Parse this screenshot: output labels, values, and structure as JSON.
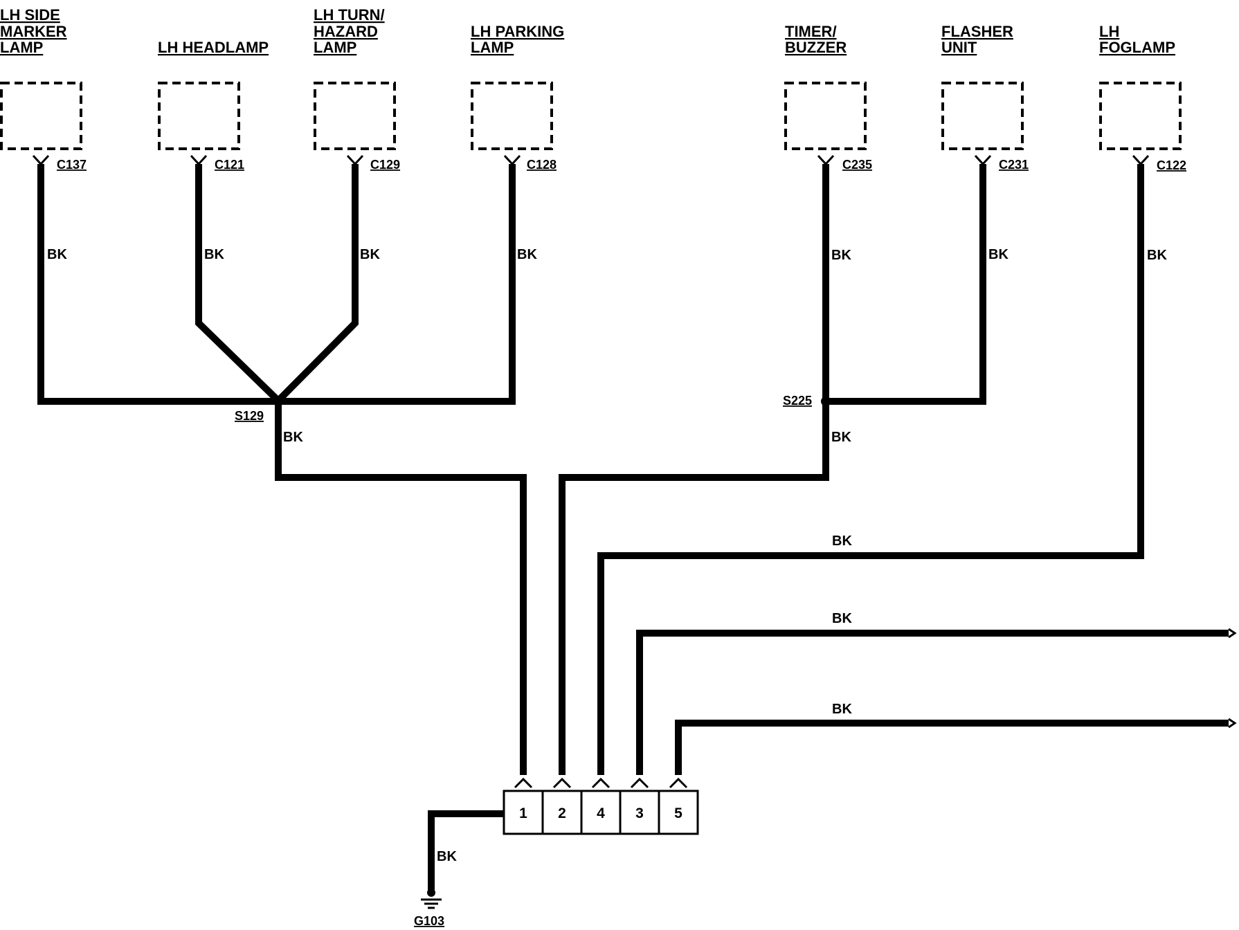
{
  "components": [
    {
      "key": "c137",
      "title_lines": [
        "LH SIDE",
        "MARKER",
        "LAMP"
      ],
      "connector": "C137",
      "wire_color": "BK"
    },
    {
      "key": "c121",
      "title_lines": [
        "LH HEADLAMP"
      ],
      "connector": "C121",
      "wire_color": "BK"
    },
    {
      "key": "c129",
      "title_lines": [
        "LH TURN/",
        "HAZARD",
        "LAMP"
      ],
      "connector": "C129",
      "wire_color": "BK"
    },
    {
      "key": "c128",
      "title_lines": [
        "LH PARKING",
        "LAMP"
      ],
      "connector": "C128",
      "wire_color": "BK"
    },
    {
      "key": "c235",
      "title_lines": [
        "TIMER/",
        "BUZZER"
      ],
      "connector": "C235",
      "wire_color": "BK"
    },
    {
      "key": "c231",
      "title_lines": [
        "FLASHER",
        "UNIT"
      ],
      "connector": "C231",
      "wire_color": "BK"
    },
    {
      "key": "c122",
      "title_lines": [
        "LH",
        "FOGLAMP"
      ],
      "connector": "C122",
      "wire_color": "BK"
    }
  ],
  "splices": {
    "s129": {
      "label": "S129",
      "out_wire_color": "BK"
    },
    "s225": {
      "label": "S225",
      "out_wire_color": "BK"
    }
  },
  "wires": {
    "fog_to_pin4": "BK",
    "off_page_1": "BK",
    "off_page_2": "BK",
    "to_ground": "BK"
  },
  "connector_block": {
    "pins": [
      "1",
      "2",
      "4",
      "3",
      "5"
    ]
  },
  "ground": {
    "label": "G103"
  }
}
